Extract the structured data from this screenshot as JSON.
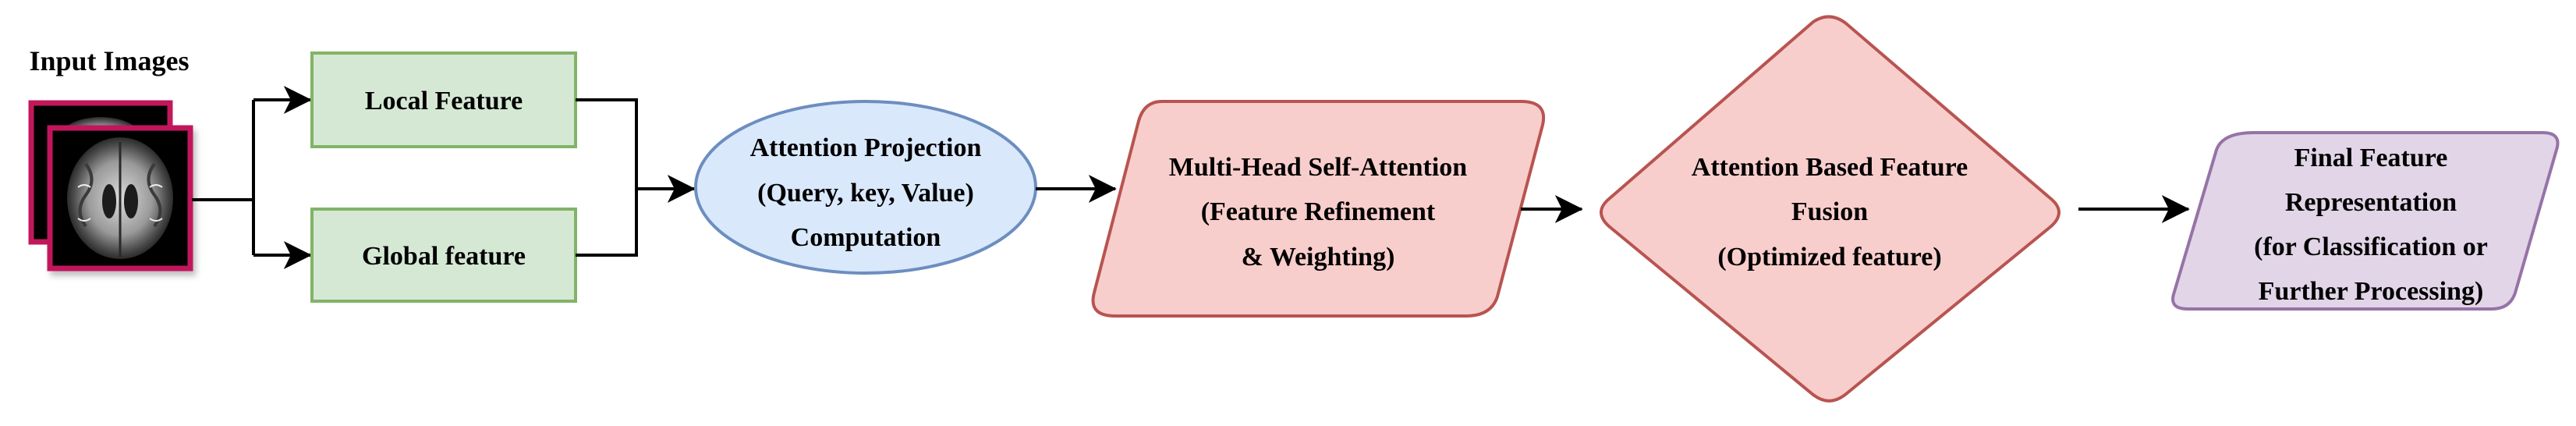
{
  "input": {
    "title": "Input Images"
  },
  "nodes": {
    "local_feature": {
      "label": "Local Feature",
      "fill": "#d5e8d4",
      "stroke": "#82b366"
    },
    "global_feature": {
      "label": "Global feature",
      "fill": "#d5e8d4",
      "stroke": "#82b366"
    },
    "attention_projection": {
      "lines": [
        "Attention Projection",
        "(Query, key, Value)",
        "Computation"
      ],
      "fill": "#dae8fc",
      "stroke": "#6c8ebf"
    },
    "multi_head": {
      "lines": [
        "Multi-Head Self-Attention",
        "(Feature Refinement",
        "& Weighting)"
      ],
      "fill": "#f8cecc",
      "stroke": "#b85450"
    },
    "fusion": {
      "lines": [
        "Attention Based Feature",
        "Fusion",
        "(Optimized feature)"
      ],
      "fill": "#f8cecc",
      "stroke": "#b85450"
    },
    "final": {
      "lines": [
        "Final Feature",
        "Representation",
        "(for Classification or",
        "Further Processing)"
      ],
      "fill": "#e1d5e7",
      "stroke": "#9673a6"
    }
  },
  "colors": {
    "image_border": "#c2185b",
    "edge": "#000000"
  }
}
